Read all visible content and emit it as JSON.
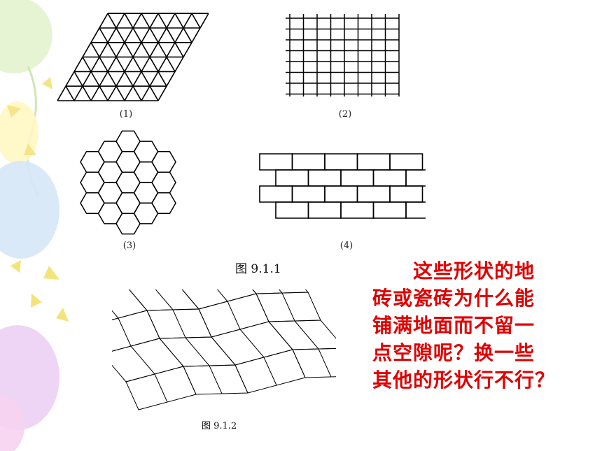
{
  "figures": {
    "captions": [
      "(1)",
      "(2)",
      "(3)",
      "(4)"
    ],
    "fig_title_1": "图 9.1.1",
    "fig_title_2": "图 9.1.2"
  },
  "question": {
    "lines": [
      "这些形状的地",
      "砖或瓷砖为什么能",
      "铺满地面而不留一",
      "点空隙呢？换一些",
      "其他的形状行不行？"
    ]
  },
  "colors": {
    "question_text": "#e00000",
    "line": "#000000",
    "balloon_pink": "#f3c9ef",
    "balloon_purple": "#e6c8f2",
    "balloon_blue": "#cfe3f5",
    "balloon_green": "#dff0c8",
    "balloon_yellow": "#fff6b8"
  }
}
